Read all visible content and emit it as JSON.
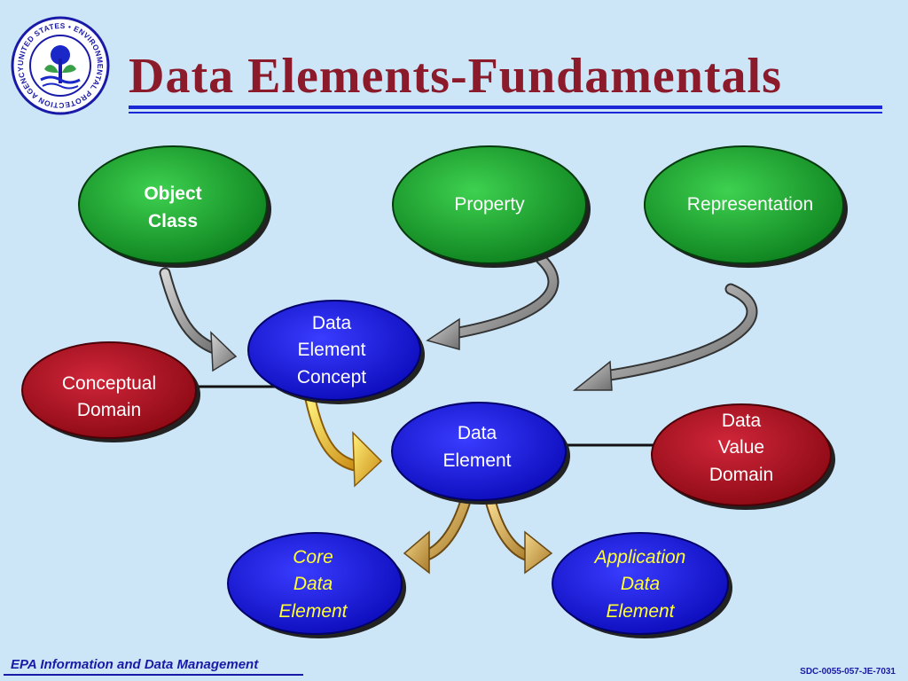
{
  "logo": {
    "icon": "epa-seal-icon",
    "ring_text": "UNITED STATES • ENVIRONMENTAL PROTECTION AGENCY •"
  },
  "title": "Data Elements-Fundamentals",
  "nodes": {
    "object_class": {
      "lines": [
        "Object",
        "Class"
      ],
      "color": "green"
    },
    "property": {
      "lines": [
        "Property"
      ],
      "color": "green"
    },
    "representation": {
      "lines": [
        "Representation"
      ],
      "color": "green"
    },
    "conceptual_domain": {
      "lines": [
        "Conceptual",
        "Domain"
      ],
      "color": "red"
    },
    "data_element_concept": {
      "lines": [
        "Data",
        "Element",
        "Concept"
      ],
      "color": "blue"
    },
    "data_element": {
      "lines": [
        "Data",
        "Element"
      ],
      "color": "blue"
    },
    "data_value_domain": {
      "lines": [
        "Data",
        "Value",
        "Domain"
      ],
      "color": "red"
    },
    "core_data_element": {
      "lines": [
        "Core",
        "Data",
        "Element"
      ],
      "color": "blue"
    },
    "application_data_element": {
      "lines": [
        "Application",
        "Data",
        "Element"
      ],
      "color": "blue"
    }
  },
  "colors": {
    "background": "#cce6f7",
    "title": "#8b1a2b",
    "rule": "#1a28d8",
    "green_node": "#12a02a",
    "blue_node": "#1010e0",
    "red_node": "#b01020",
    "core_app_text": "#ffff33",
    "gray_arrow": "#8e8e8e",
    "gold_arrow": "#e3b52a"
  },
  "footer": {
    "left": "EPA Information and Data Management",
    "right": "SDC-0055-057-JE-7031"
  }
}
